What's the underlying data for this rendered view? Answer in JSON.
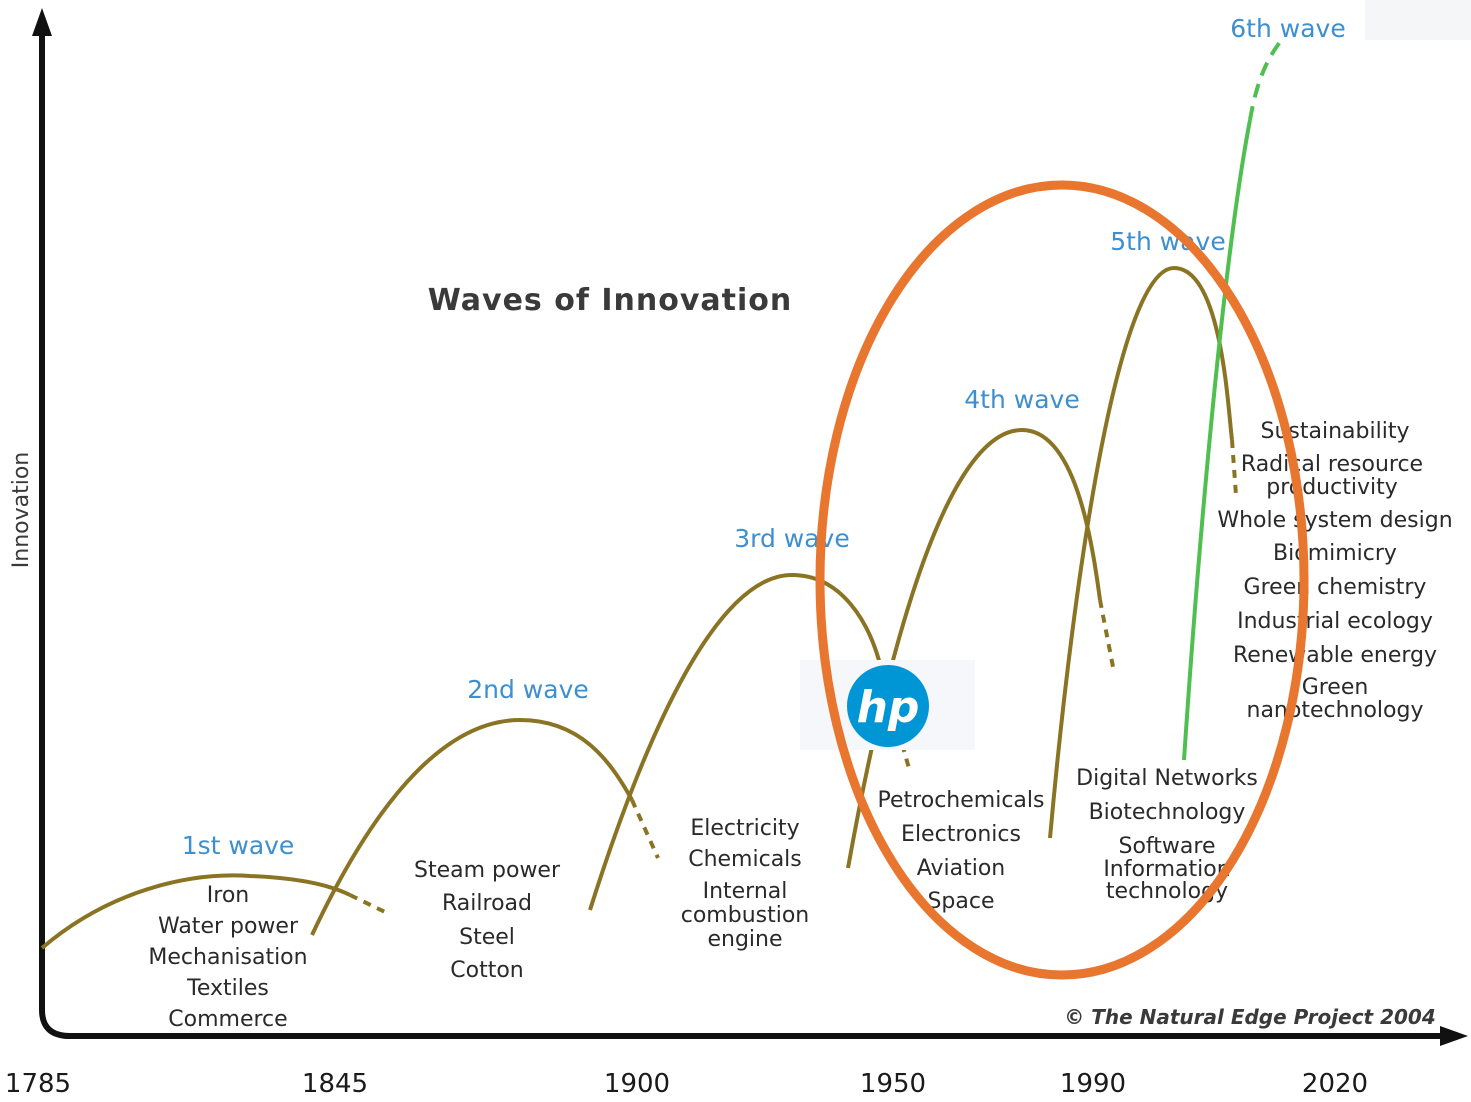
{
  "title": "Waves of Innovation",
  "y_axis_label": "Innovation",
  "x_axis_ticks": [
    "1785",
    "1845",
    "1900",
    "1950",
    "1990",
    "2020"
  ],
  "credit": "© The Natural Edge Project 2004",
  "logo": {
    "name": "hp-logo",
    "text": "hp",
    "color": "#0096d6"
  },
  "colors": {
    "wave_curve": "#8a7424",
    "sixth_wave": "#4fbf4f",
    "wave_label": "#3d8fcf",
    "highlight_ellipse": "#e8762f"
  },
  "waves": [
    {
      "label": "1st wave",
      "technologies": [
        "Iron",
        "Water power",
        "Mechanisation",
        "Textiles",
        "Commerce"
      ]
    },
    {
      "label": "2nd wave",
      "technologies": [
        "Steam power",
        "Railroad",
        "Steel",
        "Cotton"
      ]
    },
    {
      "label": "3rd wave",
      "technologies": [
        "Electricity",
        "Chemicals",
        "Internal",
        "combustion",
        "engine"
      ]
    },
    {
      "label": "4th wave",
      "technologies": [
        "Petrochemicals",
        "Electronics",
        "Aviation",
        "Space"
      ]
    },
    {
      "label": "5th wave",
      "technologies": [
        "Digital Networks",
        "Biotechnology",
        "Software",
        "Information",
        "technology"
      ]
    },
    {
      "label": "6th wave",
      "technologies": [
        "Sustainability",
        "Radical resource",
        "productivity",
        "Whole system design",
        "Biomimicry",
        "Green chemistry",
        "Industrial ecology",
        "Renewable energy",
        "Green",
        "nanotechnology"
      ]
    }
  ]
}
